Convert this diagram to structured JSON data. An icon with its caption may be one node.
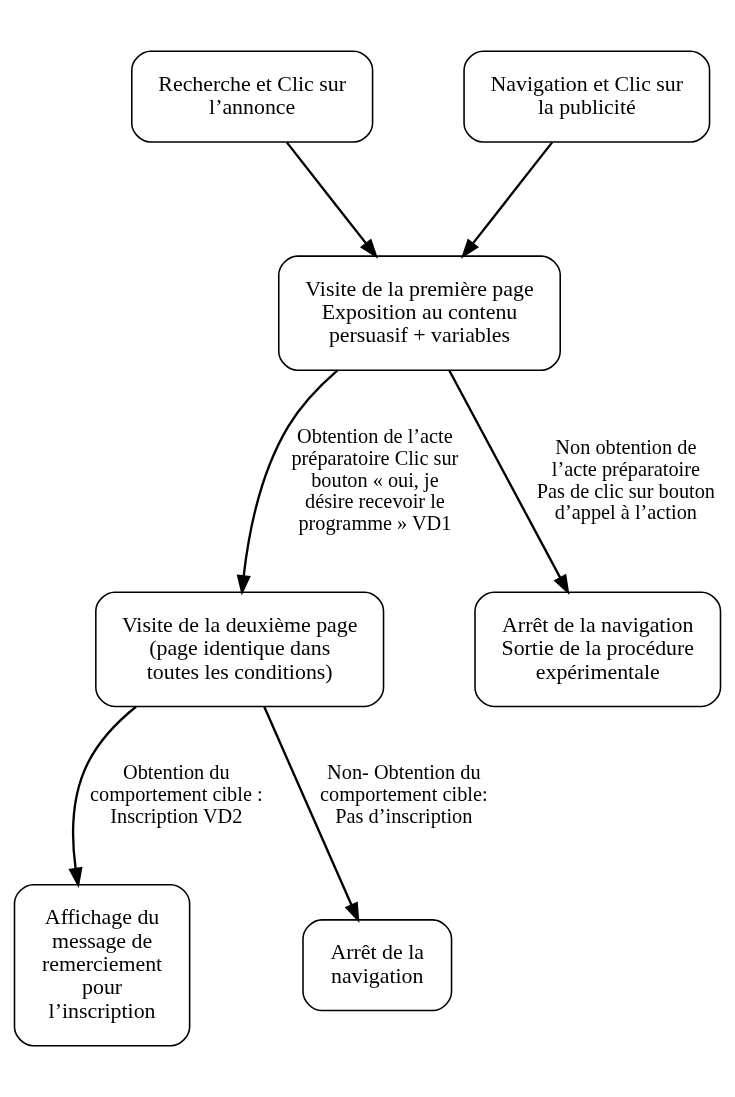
{
  "diagram": {
    "nodes": [
      {
        "text": [
          "Recherche et Clic sur l’annonce"
        ]
      },
      {
        "text": [
          "Navigation et Clic sur la publicité"
        ]
      },
      {
        "text": [
          "Visite de la première page Exposition au contenu persuasif + variables"
        ]
      },
      {
        "text": [
          "Visite de la deuxième page (page identique dans toutes les conditions)"
        ]
      },
      {
        "text": [
          "Arrêt de la navigation Sortie de la procédure expérimentale"
        ]
      },
      {
        "text": [
          "Affichage du message de remerciement pour l’inscription"
        ]
      },
      {
        "text": [
          "Arrêt de la navigation"
        ]
      }
    ],
    "edges": [
      {
        "from": 0,
        "to": 2,
        "arrow": "to"
      },
      {
        "from": 1,
        "to": 2,
        "arrow": "to"
      },
      {
        "from": 2,
        "to": 3,
        "arrow": "to",
        "label": "Obtention de l’acte préparatoire Clic sur bouton « oui, je désire recevoir le programme » VD1"
      },
      {
        "from": 2,
        "to": 4,
        "arrow": "to",
        "label": "Non obtention de l’acte préparatoire Pas de clic sur bouton d’appel à l’action"
      },
      {
        "from": 3,
        "to": 5,
        "arrow": "to",
        "label": "Obtention du comportement cible : Inscription VD2"
      },
      {
        "from": 3,
        "to": 6,
        "arrow": "to",
        "label": "Non- Obtention du comportement cible: Pas d’inscription"
      }
    ]
  }
}
